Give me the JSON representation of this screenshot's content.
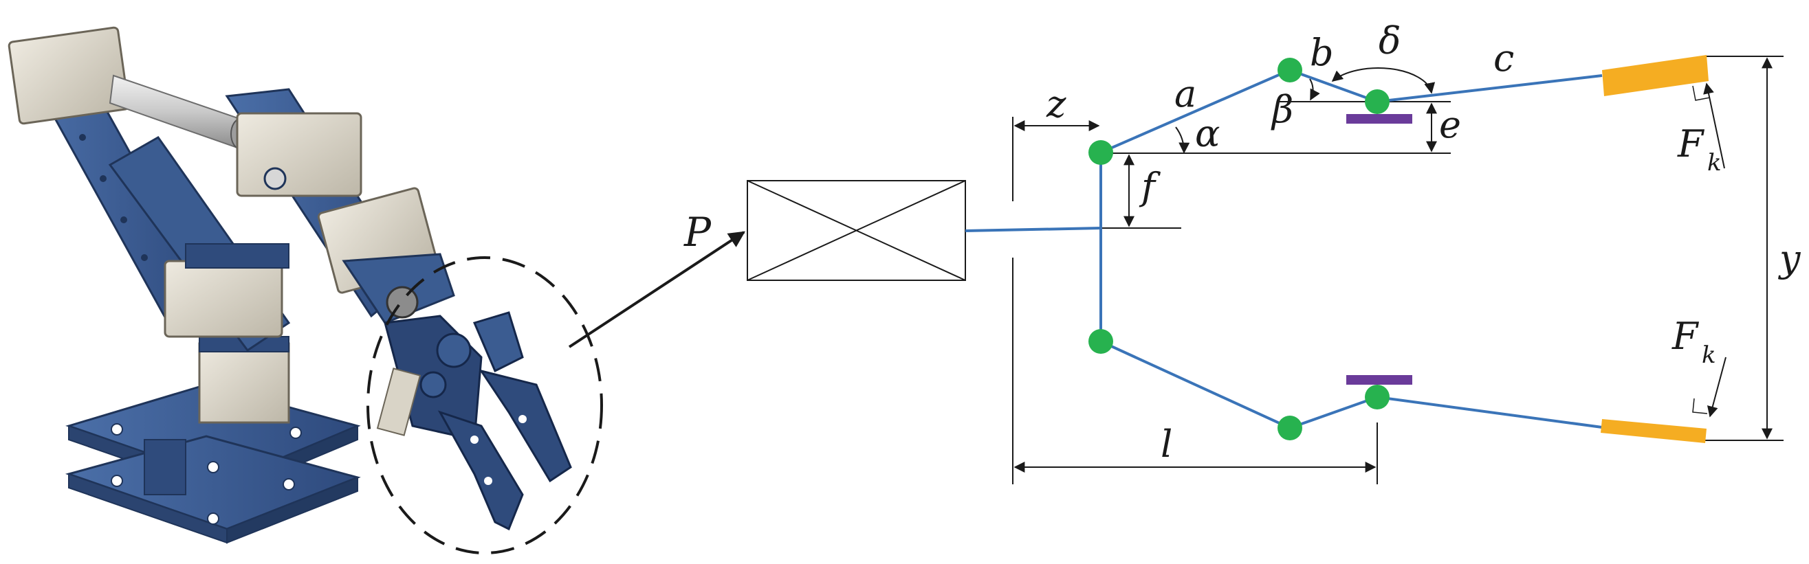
{
  "labels": {
    "input": "P",
    "z": "z",
    "a": "a",
    "alpha": "α",
    "b": "b",
    "beta": "β",
    "delta": "δ",
    "c": "c",
    "e": "e",
    "f": "f",
    "l": "l",
    "y": "y",
    "force_main": "F",
    "force_sub": "k"
  },
  "colors": {
    "link": "#3a74b8",
    "joint": "#27b24f",
    "pad": "#f5ad22",
    "stop": "#6a3b9a",
    "line": "#1a1a1a",
    "robot_blue": "#3d5f93",
    "robot_dark": "#263d66",
    "servo": "#d9d4c7"
  }
}
